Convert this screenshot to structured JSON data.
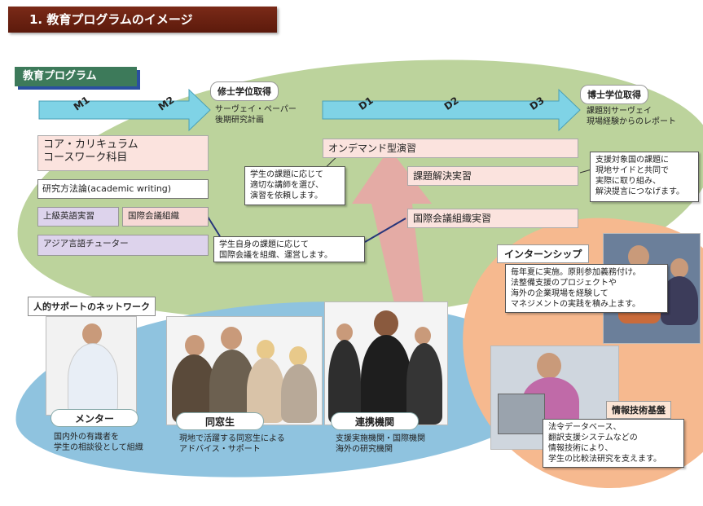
{
  "title": "1. 教育プログラムのイメージ",
  "program_label": "教育プログラム",
  "arrow": {
    "m1": "M1",
    "m2": "M2",
    "d1": "D1",
    "d2": "D2",
    "d3": "D3"
  },
  "master": {
    "label": "修士学位取得",
    "desc": "サーヴェイ・ペーパー\n後期研究計画"
  },
  "doctor": {
    "label": "博士学位取得",
    "desc": "課題別サーヴェイ\n現場経験からのレポート"
  },
  "left_boxes": {
    "core": "コア・カリキュラム\nコースワーク科目",
    "method": "研究方法論(academic writing)",
    "english": "上級英語実習",
    "conf_small": "国際会議組織",
    "asia": "アジア言語チューター"
  },
  "notes": {
    "ondemand_note": "学生の課題に応じて\n適切な講師を選び、\n演習を依頼します。",
    "conf_note": "学生自身の課題に応じて\n国際会議を組織、運営します。",
    "problem_note": "支援対象国の課題に\n現地サイドと共同で\n実際に取り組み、\n解決提言につなげます。"
  },
  "mid_boxes": {
    "ondemand": "オンデマンド型演習",
    "problem": "課題解決実習",
    "conf": "国際会議組織実習"
  },
  "internship": {
    "label": "インターンシップ",
    "desc": "毎年夏に実施。原則参加義務付け。\n法整備支援のプロジェクトや\n海外の企業現場を経験して\nマネジメントの実践を積み上ます。"
  },
  "it": {
    "label": "情報技術基盤",
    "desc": "法令データベース、\n翻訳支援システムなどの\n情報技術により、\n学生の比較法研究を支えます。"
  },
  "network": {
    "label": "人的サポートのネットワーク",
    "mentor": {
      "label": "メンター",
      "desc": "国内外の有識者を\n学生の相談役として組織"
    },
    "alumni": {
      "label": "同窓生",
      "desc": "現地で活躍する同窓生による\nアドバイス・サポート"
    },
    "partner": {
      "label": "連携機関",
      "desc": "支援実施機関・国際機関\n海外の研究機関"
    }
  },
  "colors": {
    "title_bg": "#6b2212",
    "green_blob": "#bcd39c",
    "blue_blob": "#8fc3df",
    "orange_blob": "#f6b98f",
    "arrow": "#7fd3e6",
    "pink_arrow": "#e8a6a6"
  }
}
